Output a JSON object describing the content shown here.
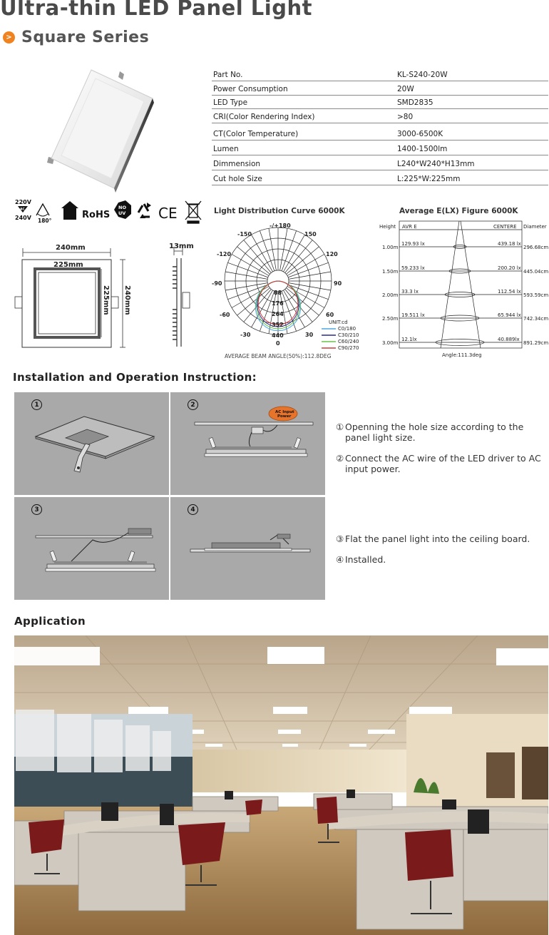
{
  "header": {
    "title": "Ultra-thin LED Panel Light",
    "bullet": ">",
    "subtitle": "Square Series"
  },
  "specs": [
    {
      "label": "Part No.",
      "value": "KL-S240-20W"
    },
    {
      "label": "Power Consumption",
      "value": "20W"
    },
    {
      "label": "LED Type",
      "value": "SMD2835"
    },
    {
      "label": "CRI(Color Rendering Index)",
      "value": ">80"
    },
    {
      "label": "CT(Color Temperature)",
      "value": "3000-6500K"
    },
    {
      "label": "Lumen",
      "value": "1400-1500lm"
    },
    {
      "label": "Dimmension",
      "value": "L240*W240*H13mm"
    },
    {
      "label": "Cut hole Size",
      "value": "L:225*W:225mm"
    }
  ],
  "certs": {
    "voltage_top": "220V",
    "voltage_mid": "AC",
    "voltage_bottom": "240V",
    "angle": "180°",
    "rohs": "RoHS",
    "no_uv_1": "NO",
    "no_uv_2": "UV",
    "ce": "CE"
  },
  "dimensions": {
    "outer_w": "240mm",
    "inner_w": "225mm",
    "inner_h": "225mm",
    "outer_h": "240mm",
    "thickness": "13mm"
  },
  "polar": {
    "title": "Light Distribution Curve 6000K",
    "angles": [
      "-/+180",
      "-150",
      "150",
      "-120",
      "120",
      "-90",
      "90",
      "-60",
      "60",
      "-30",
      "30",
      "0"
    ],
    "rings": [
      "88",
      "176",
      "264",
      "352",
      "440"
    ],
    "unit": "UNIT:cd",
    "legend": [
      {
        "label": "C0/180",
        "color": "#4fa8e0"
      },
      {
        "label": "C30/210",
        "color": "#2a2a8a"
      },
      {
        "label": "C60/240",
        "color": "#6ac24a"
      },
      {
        "label": "C90/270",
        "color": "#d23a3a"
      }
    ],
    "beam": "AVERAGE BEAM ANGLE(50%):112.8DEG"
  },
  "lux": {
    "title": "Average E(LX) Figure 6000K",
    "col_height": "Height",
    "col_avr": "AVR E",
    "col_centre": "CENTERE",
    "col_diameter": "Diameter",
    "rows": [
      {
        "height": "1.00m",
        "avr": "129.93 lx",
        "centre": "439.18 lx",
        "diameter": "296.68cm"
      },
      {
        "height": "1.50m",
        "avr": "59.233 lx",
        "centre": "200.20 lx",
        "diameter": "445.04cm"
      },
      {
        "height": "2.00m",
        "avr": "33.3 lx",
        "centre": "112.54 lx",
        "diameter": "593.59cm"
      },
      {
        "height": "2.50m",
        "avr": "19.511 lx",
        "centre": "65.944 lx",
        "diameter": "742.34cm"
      },
      {
        "height": "3.00m",
        "avr": "12.1lx",
        "centre": "40.889lx",
        "diameter": "891.29cm"
      }
    ],
    "angle": "Angle:111.3deg"
  },
  "installation": {
    "heading": "Installation and Operation Instruction:",
    "panels": [
      "1",
      "2",
      "3",
      "4"
    ],
    "ac_label_1": "AC Input",
    "ac_label_2": "Power",
    "steps": [
      {
        "num": "①",
        "text": "Openning the hole size according to the panel light size."
      },
      {
        "num": "②",
        "text": "Connect the AC wire of the LED driver to AC input power."
      },
      {
        "num": "③",
        "text": "Flat the panel light into the ceiling board."
      },
      {
        "num": "④",
        "text": "Installed."
      }
    ]
  },
  "application": {
    "heading": "Application"
  }
}
